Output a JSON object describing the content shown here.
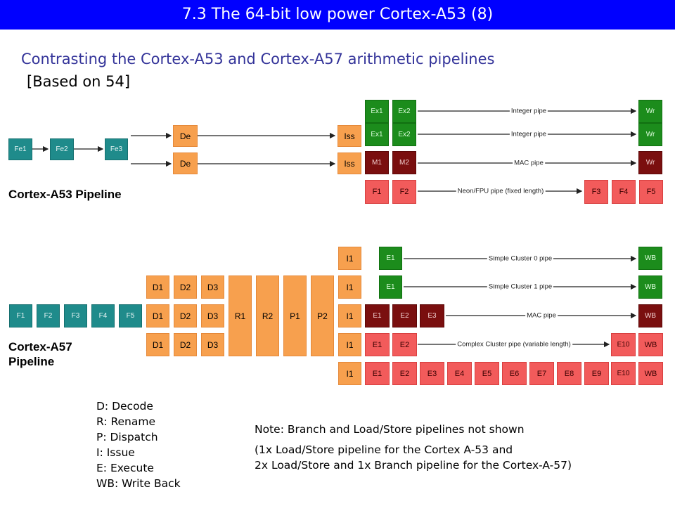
{
  "title": "7.3 The 64-bit low power Cortex-A53 (8)",
  "subtitle": "Contrasting the Cortex-A53 and Cortex-A57 arithmetic pipelines",
  "source": "[Based on 54]",
  "a53": {
    "label": "Cortex-A53 Pipeline",
    "fetch": [
      "Fe1",
      "Fe2",
      "Fe3"
    ],
    "decode": [
      "De",
      "De"
    ],
    "issue": [
      "Iss",
      "Iss"
    ],
    "pipes": [
      {
        "stages": [
          "Ex1",
          "Ex2"
        ],
        "name": "Integer pipe",
        "end": [
          "Wr"
        ]
      },
      {
        "stages": [
          "Ex1",
          "Ex2"
        ],
        "name": "Integer pipe",
        "end": [
          "Wr"
        ]
      },
      {
        "stages": [
          "M1",
          "M2"
        ],
        "name": "MAC pipe",
        "end": [
          "Wr"
        ]
      },
      {
        "stages": [
          "F1",
          "F2"
        ],
        "name": "Neon/FPU pipe (fixed length)",
        "end": [
          "F3",
          "F4",
          "F5"
        ]
      }
    ]
  },
  "a57": {
    "label_line1": "Cortex-A57",
    "label_line2": "Pipeline",
    "fetch": [
      "F1",
      "F2",
      "F3",
      "F4",
      "F5"
    ],
    "decode_rows": [
      [
        "D1",
        "D2",
        "D3"
      ],
      [
        "D1",
        "D2",
        "D3"
      ],
      [
        "D1",
        "D2",
        "D3"
      ]
    ],
    "rename": [
      "R1",
      "R2"
    ],
    "dispatch": [
      "P1",
      "P2"
    ],
    "issue": [
      "I1",
      "I1",
      "I1",
      "I1",
      "I1"
    ],
    "pipes": [
      {
        "stages": [
          "E1"
        ],
        "name": "Simple Cluster 0 pipe",
        "end": [
          "WB"
        ]
      },
      {
        "stages": [
          "E1"
        ],
        "name": "Simple Cluster 1 pipe",
        "end": [
          "WB"
        ]
      },
      {
        "stages": [
          "E1",
          "E2",
          "E3"
        ],
        "name": "MAC pipe",
        "end": [
          "WB"
        ]
      },
      {
        "stages": [
          "E1",
          "E2"
        ],
        "name": "Complex Cluster pipe (variable length)",
        "end": [
          "E10",
          "WB"
        ]
      },
      {
        "stages": [
          "E1",
          "E2",
          "E3",
          "E4",
          "E5",
          "E6",
          "E7",
          "E8",
          "E9",
          "E10",
          "WB"
        ],
        "name": "",
        "end": []
      }
    ]
  },
  "legend": [
    "D: Decode",
    "R: Rename",
    "P: Dispatch",
    "I: Issue",
    "E: Execute",
    "WB: Write Back"
  ],
  "note": {
    "line1": "Note: Branch and Load/Store pipelines not shown",
    "line2": "(1x Load/Store pipeline for the Cortex A-53 and",
    "line3": "2x Load/Store and 1x Branch pipeline for the Cortex-A-57)"
  },
  "colors": {
    "title_bar": "#0000ff",
    "subtitle": "#333399",
    "fetch": "#1f8b8b",
    "frontend": "#f7a04e",
    "integer": "#1c8c1c",
    "mac": "#7a0f0f",
    "fp": "#f25b5b"
  }
}
